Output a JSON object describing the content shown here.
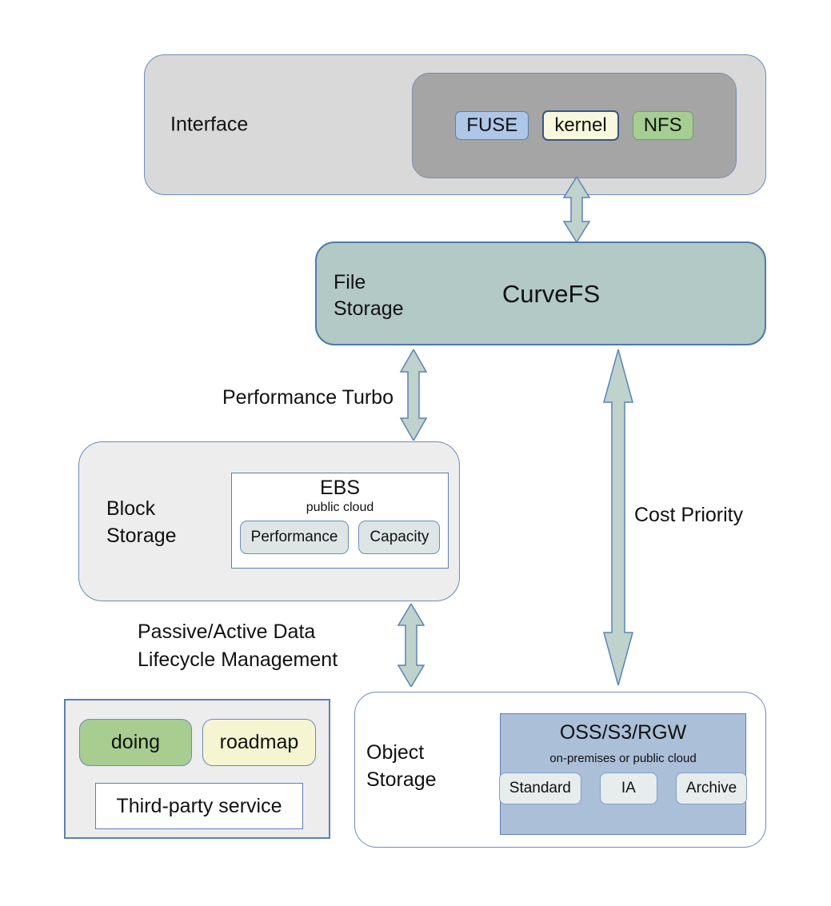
{
  "colors": {
    "interface_fill": "#d9d9d9",
    "interface_inner_fill": "#a5a5a5",
    "fuse_fill": "#aec6e8",
    "kernel_fill": "#f8f8dc",
    "kernel_border": "#34577f",
    "nfs_fill": "#a6ce92",
    "curvefs_fill": "#b3c9c5",
    "block_fill": "#ededed",
    "tier_button_fill": "#dde6e4",
    "oss_panel_fill": "#abbfd9",
    "oss_tier_fill": "#e7ecec",
    "doing_fill": "#a7cd90",
    "roadmap_fill": "#f5f5d2",
    "arrow_fill": "#bfd2cc",
    "border_blue": "#5b7fb4"
  },
  "interface": {
    "title": "Interface",
    "modules": [
      "FUSE",
      "kernel",
      "NFS"
    ]
  },
  "file_storage": {
    "category": "File\nStorage",
    "product": "CurveFS"
  },
  "block_storage": {
    "category": "Block\nStorage",
    "product": "EBS",
    "deployment": "public cloud",
    "tiers": [
      "Performance",
      "Capacity"
    ]
  },
  "object_storage": {
    "category": "Object\nStorage",
    "product": "OSS/S3/RGW",
    "deployment": "on-premises or public cloud",
    "tiers": [
      "Standard",
      "IA",
      "Archive"
    ]
  },
  "edges": {
    "performance_turbo": "Performance Turbo",
    "cost_priority": "Cost Priority",
    "lifecycle": "Passive/Active Data\nLifecycle Management"
  },
  "legend": {
    "doing": "doing",
    "roadmap": "roadmap",
    "third_party": "Third-party service"
  }
}
